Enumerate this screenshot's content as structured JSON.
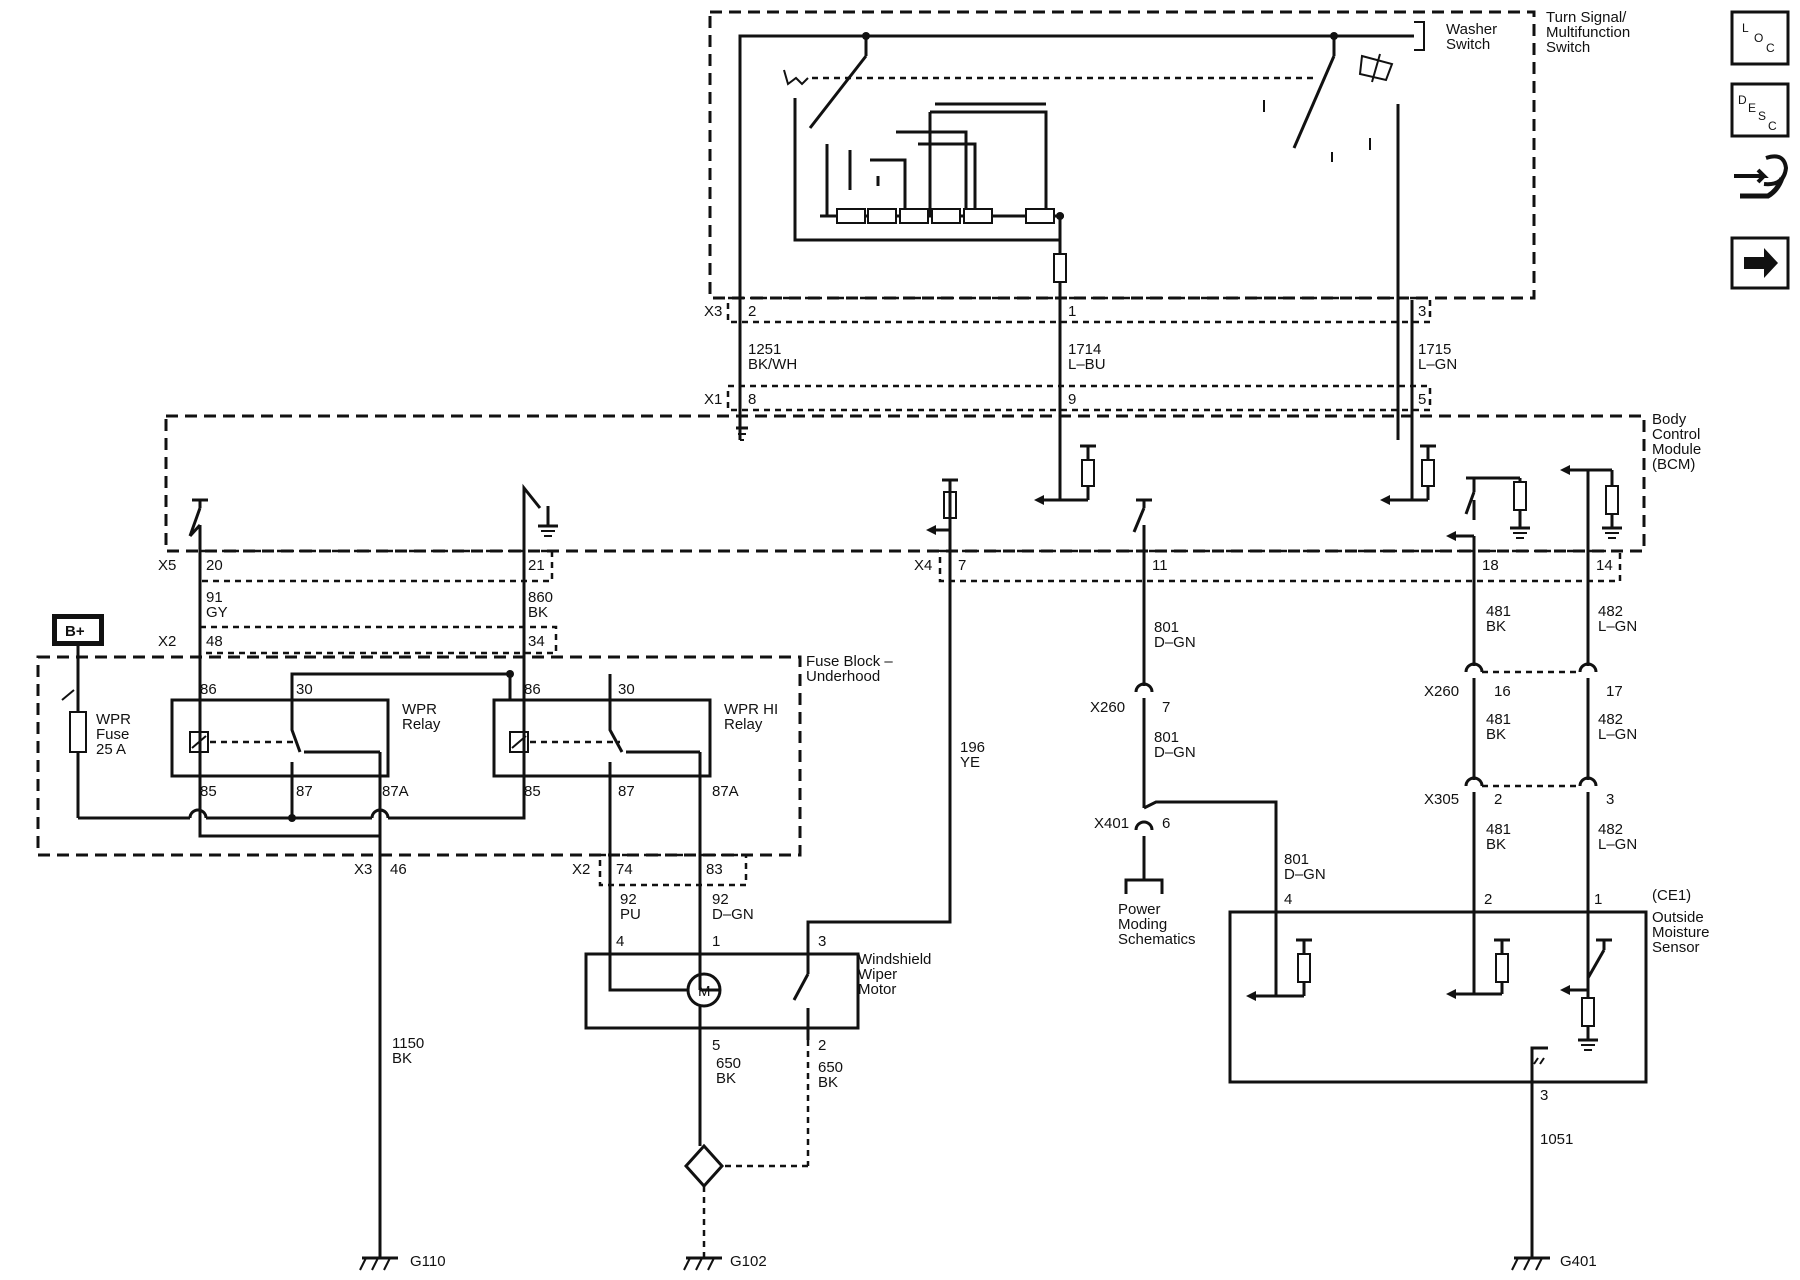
{
  "modules": {
    "turn_signal_switch": "Turn Signal/\nMultifunction\nSwitch",
    "washer_switch": "Washer\nSwitch",
    "bcm": "Body\nControl\nModule\n(BCM)",
    "fuse_block": "Fuse Block –\nUnderhood",
    "wpr_relay": "WPR\nRelay",
    "wpr_hi_relay": "WPR HI\nRelay",
    "wpr_fuse": "WPR\nFuse\n25 A",
    "battery": "B+",
    "wiper_motor": "Windshield\nWiper\nMotor",
    "motor_symbol": "M",
    "power_moding": "Power\nModing\nSchematics",
    "moisture_sensor_code": "(CE1)",
    "moisture_sensor": "Outside\nMoisture\nSensor"
  },
  "connectors": {
    "x3_top": "X3",
    "x1": "X1",
    "x5": "X5",
    "x2_upper": "X2",
    "x4": "X4",
    "x3_bottom": "X3",
    "x2_lower": "X2",
    "x260_a": "X260",
    "x260_b": "X260",
    "x401": "X401",
    "x305": "X305"
  },
  "pins": {
    "tss_2": "2",
    "tss_1": "1",
    "tss_3": "3",
    "x1_8": "8",
    "x1_9": "9",
    "x1_5": "5",
    "x5_20": "20",
    "x5_21": "21",
    "x4_7": "7",
    "x4_11": "11",
    "x4_18": "18",
    "x4_14": "14",
    "x2_48": "48",
    "x2_34": "34",
    "r1_86": "86",
    "r1_30": "30",
    "r1_85": "85",
    "r1_87": "87",
    "r1_87a": "87A",
    "r2_86": "86",
    "r2_30": "30",
    "r2_85": "85",
    "r2_87": "87",
    "r2_87a": "87A",
    "x3_46": "46",
    "x2_74": "74",
    "x2_83": "83",
    "m_4": "4",
    "m_1": "1",
    "m_3": "3",
    "m_5": "5",
    "m_2": "2",
    "x260_7": "7",
    "x401_6": "6",
    "x260_16": "16",
    "x260_17": "17",
    "x305_2": "2",
    "x305_3": "3",
    "s_4": "4",
    "s_2": "2",
    "s_1": "1",
    "s_3": "3"
  },
  "wires": {
    "w1251": "1251\nBK/WH",
    "w1714": "1714\nL–BU",
    "w1715": "1715\nL–GN",
    "w91": "91\nGY",
    "w860": "860\nBK",
    "w196": "196\nYE",
    "w801_a": "801\nD–GN",
    "w801_b": "801\nD–GN",
    "w801_c": "801\nD–GN",
    "w481_a": "481\nBK",
    "w481_b": "481\nBK",
    "w481_c": "481\nBK",
    "w482_a": "482\nL–GN",
    "w482_b": "482\nL–GN",
    "w482_c": "482\nL–GN",
    "w92pu": "92\nPU",
    "w92dgn": "92\nD–GN",
    "w1150": "1150\nBK",
    "w650_a": "650\nBK",
    "w650_b": "650\nBK",
    "w1051": "1051"
  },
  "grounds": {
    "g110": "G110",
    "g102": "G102",
    "g401": "G401"
  },
  "side_buttons": [
    {
      "name": "loc-button",
      "glyph": "LOC"
    },
    {
      "name": "desc-button",
      "glyph": "DESC"
    },
    {
      "name": "connector-button",
      "icon": "connector-icon"
    },
    {
      "name": "next-button",
      "icon": "arrow-right-icon"
    }
  ]
}
